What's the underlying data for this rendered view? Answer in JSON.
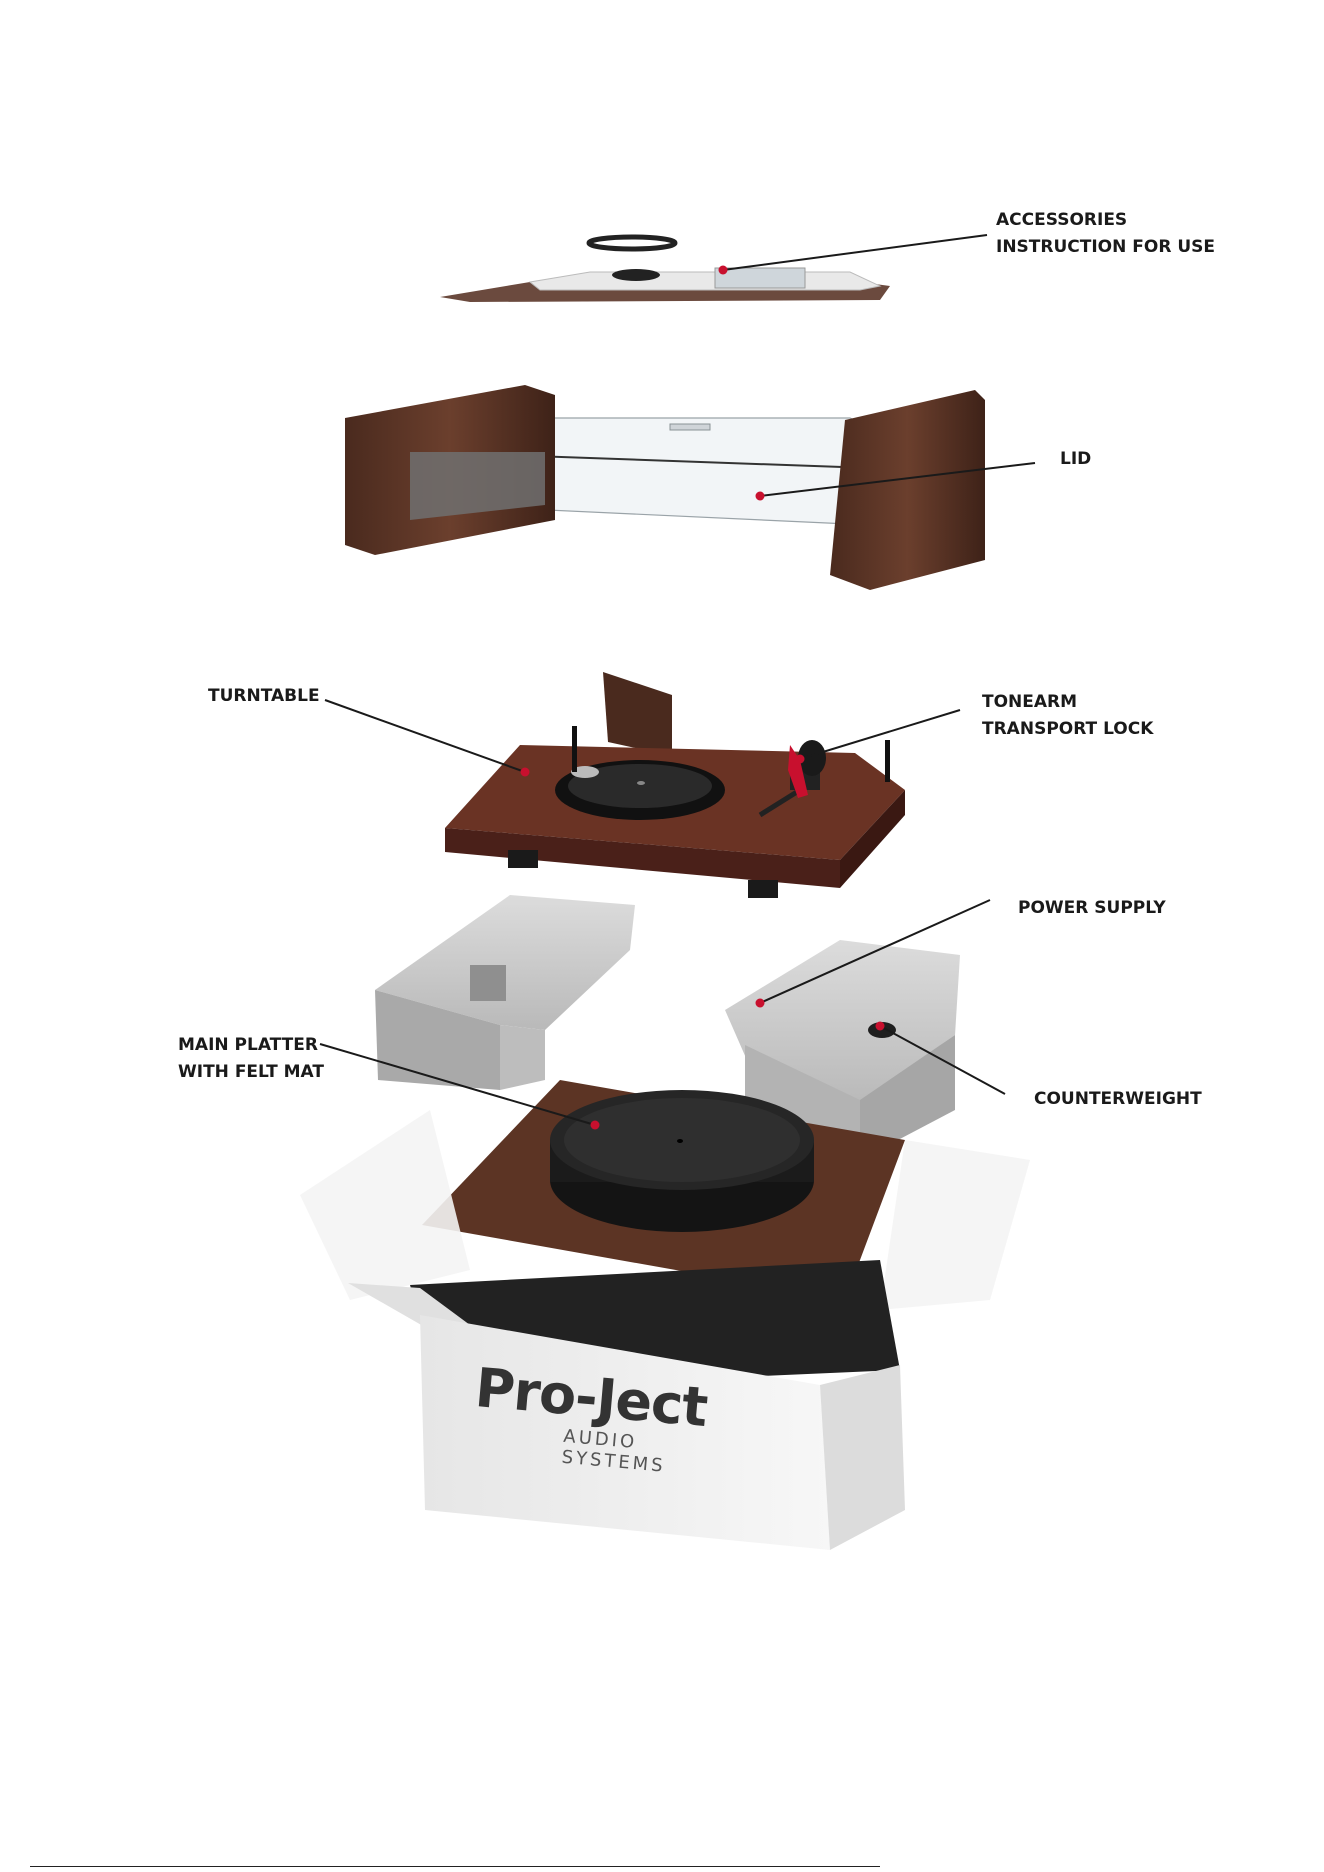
{
  "labels": {
    "accessories": [
      "ACCESSORIES",
      "INSTRUCTION FOR USE"
    ],
    "lid": [
      "LID"
    ],
    "turntable": [
      "TURNTABLE"
    ],
    "tonearm": [
      "TONEARM",
      "TRANSPORT LOCK"
    ],
    "power_supply": [
      "POWER SUPPLY"
    ],
    "main_platter": [
      "MAIN PLATTER",
      "WITH FELT MAT"
    ],
    "counterweight": [
      "COUNTERWEIGHT"
    ]
  },
  "logo": {
    "brand": "Pro-Ject",
    "tagline": "AUDIO SYSTEMS"
  },
  "colors": {
    "callout_dot": "#c8102e",
    "wood": "#5a3526",
    "foam": "#cfcfcf",
    "box": "#f2f2f2"
  }
}
